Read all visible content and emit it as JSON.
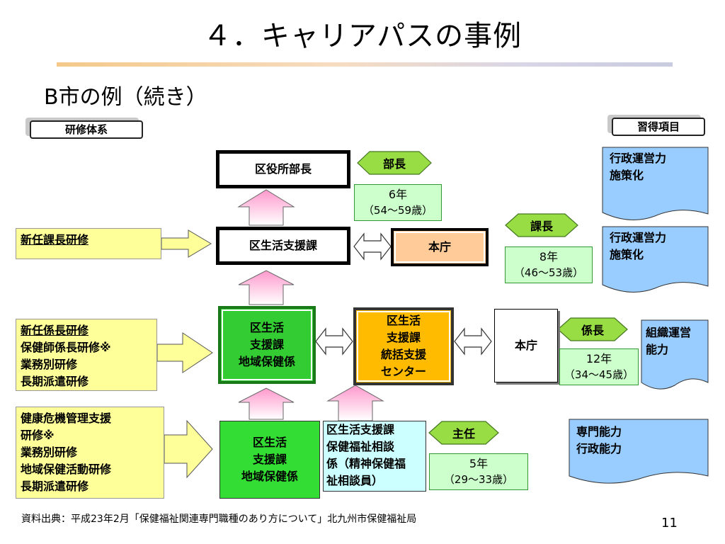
{
  "title": "４．キャリアパスの事例",
  "subtitle": "B市の例（続き）",
  "tags": {
    "left": "研修体系",
    "right": "習得項目"
  },
  "training": {
    "t1": [
      "新任課長研修"
    ],
    "t2": [
      "新任係長研修",
      "保健師係長研修※",
      "業務別研修",
      "長期派遣研修"
    ],
    "t3": [
      "健康危機管理支援",
      "研修※",
      "業務別研修",
      "地域保健活動研修",
      "長期派遣研修"
    ]
  },
  "nodes": {
    "ward_director": "区役所部長",
    "life_support_section": "区生活支援課",
    "honcho_1": "本庁",
    "green_mid": [
      "区生活",
      "支援課",
      "地域保健係"
    ],
    "orange_center": [
      "区生活",
      "支援課",
      "統括支援",
      "センター"
    ],
    "honcho_2": "本庁",
    "green_low": [
      "区生活",
      "支援課",
      "地域保健係"
    ],
    "cyan_box": [
      "区生活支援課",
      "保健福祉相談",
      "係（精神保健福",
      "祉相談員）"
    ]
  },
  "ranks": {
    "bucho": "部長",
    "kacho": "課長",
    "kakaricho": "係長",
    "shunin": "主任"
  },
  "tenure": {
    "bucho": {
      "years": "6年",
      "ages": "（54～59歳）"
    },
    "kacho": {
      "years": "8年",
      "ages": "（46～53歳）"
    },
    "kakaricho": {
      "years": "12年",
      "ages": "（34～45歳）"
    },
    "shunin": {
      "years": "5年",
      "ages": "（29～33歳）"
    }
  },
  "skills": {
    "s1": [
      "行政運営力",
      "施策化"
    ],
    "s2": [
      "行政運営力",
      "施策化"
    ],
    "s3": [
      "組織運営",
      "能力"
    ],
    "s4": [
      "専門能力",
      "行政能力"
    ]
  },
  "source": "資料出典：平成23年2月「保健福祉関連専門職種のあり方について」北九州市保健福祉局",
  "page_number": "11",
  "colors": {
    "yellow_box": "#ffff99",
    "green_node": "#33cc33",
    "orange_node": "#ffbb00",
    "salmon_node": "#ffcc99",
    "cyan_node": "#ccffff",
    "rank_banner": "#99dd44",
    "skill_doc": "#99ccff",
    "up_arrow": "#ffc0e0"
  }
}
